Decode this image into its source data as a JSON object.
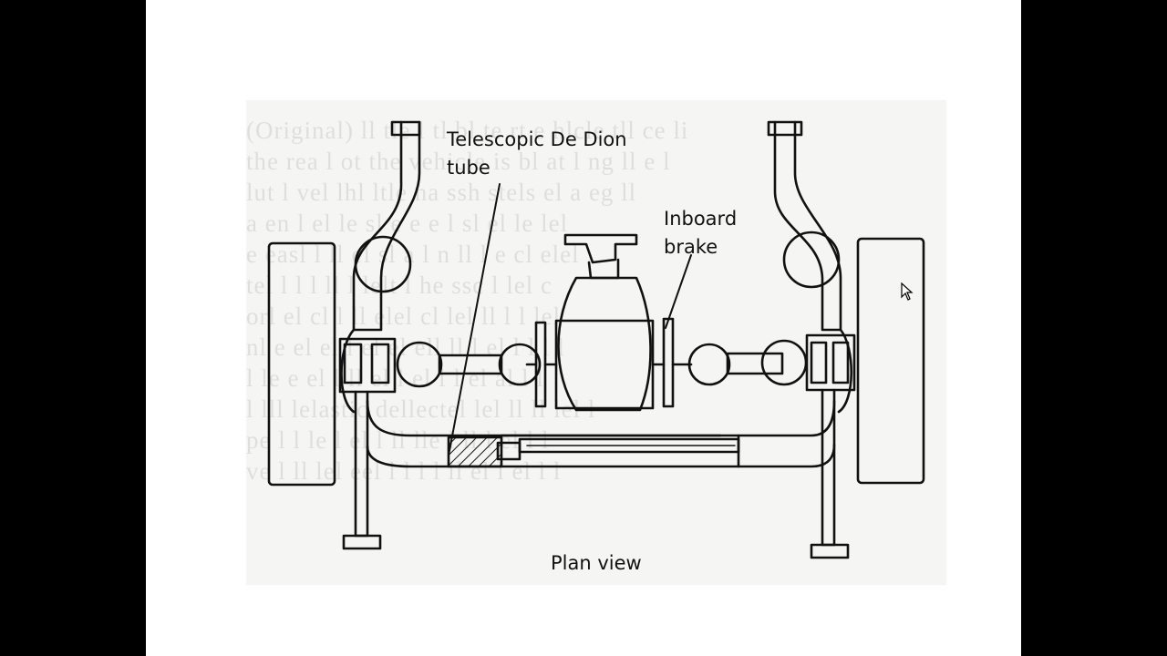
{
  "labels": {
    "de_dion_line1": "Telescopic De Dion",
    "de_dion_line2": "tube",
    "brake_line1": "Inboard",
    "brake_line2": "brake",
    "view": "Plan view"
  },
  "colors": {
    "outer_background": "#000000",
    "slide_background": "#ffffff",
    "scan_paper": "#f5f5f3",
    "ink": "#111111"
  },
  "icons": {
    "cursor": "mouse-pointer-icon"
  }
}
